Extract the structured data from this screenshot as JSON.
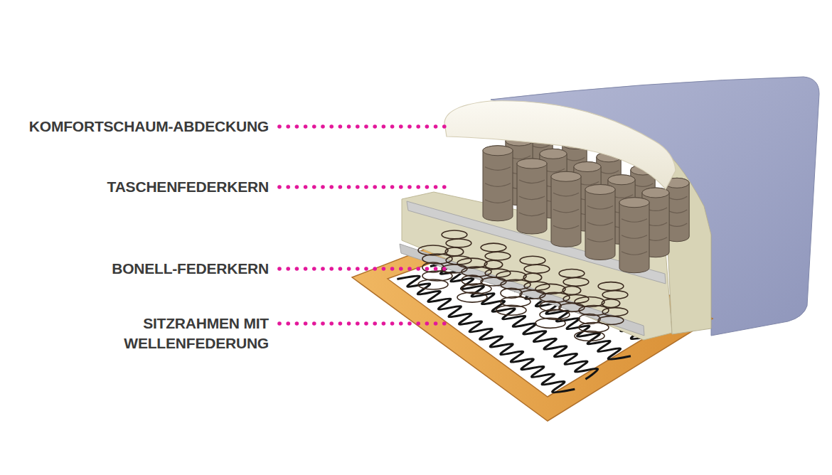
{
  "diagram": {
    "labels": [
      "KOMFORTSCHAUM-ABDECKUNG",
      "TASCHENFEDERKERN",
      "BONELL-FEDERKERN",
      "SITZRAHMEN MIT WELLENFEDERUNG"
    ]
  }
}
